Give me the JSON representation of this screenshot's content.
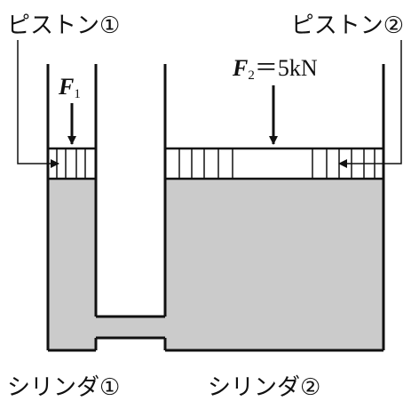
{
  "labels": {
    "piston1": "ピストン①",
    "piston2": "ピストン②",
    "cylinder1": "シリンダ①",
    "cylinder2": "シリンダ②"
  },
  "forces": {
    "f1_symbol": "F",
    "f1_subscript": "1",
    "f2_symbol": "F",
    "f2_subscript": "2",
    "f2_value": "＝5kN"
  },
  "colors": {
    "fluid": "#cbcbcb",
    "piston": "#ffffff",
    "stroke": "#111111",
    "background": "#ffffff"
  }
}
